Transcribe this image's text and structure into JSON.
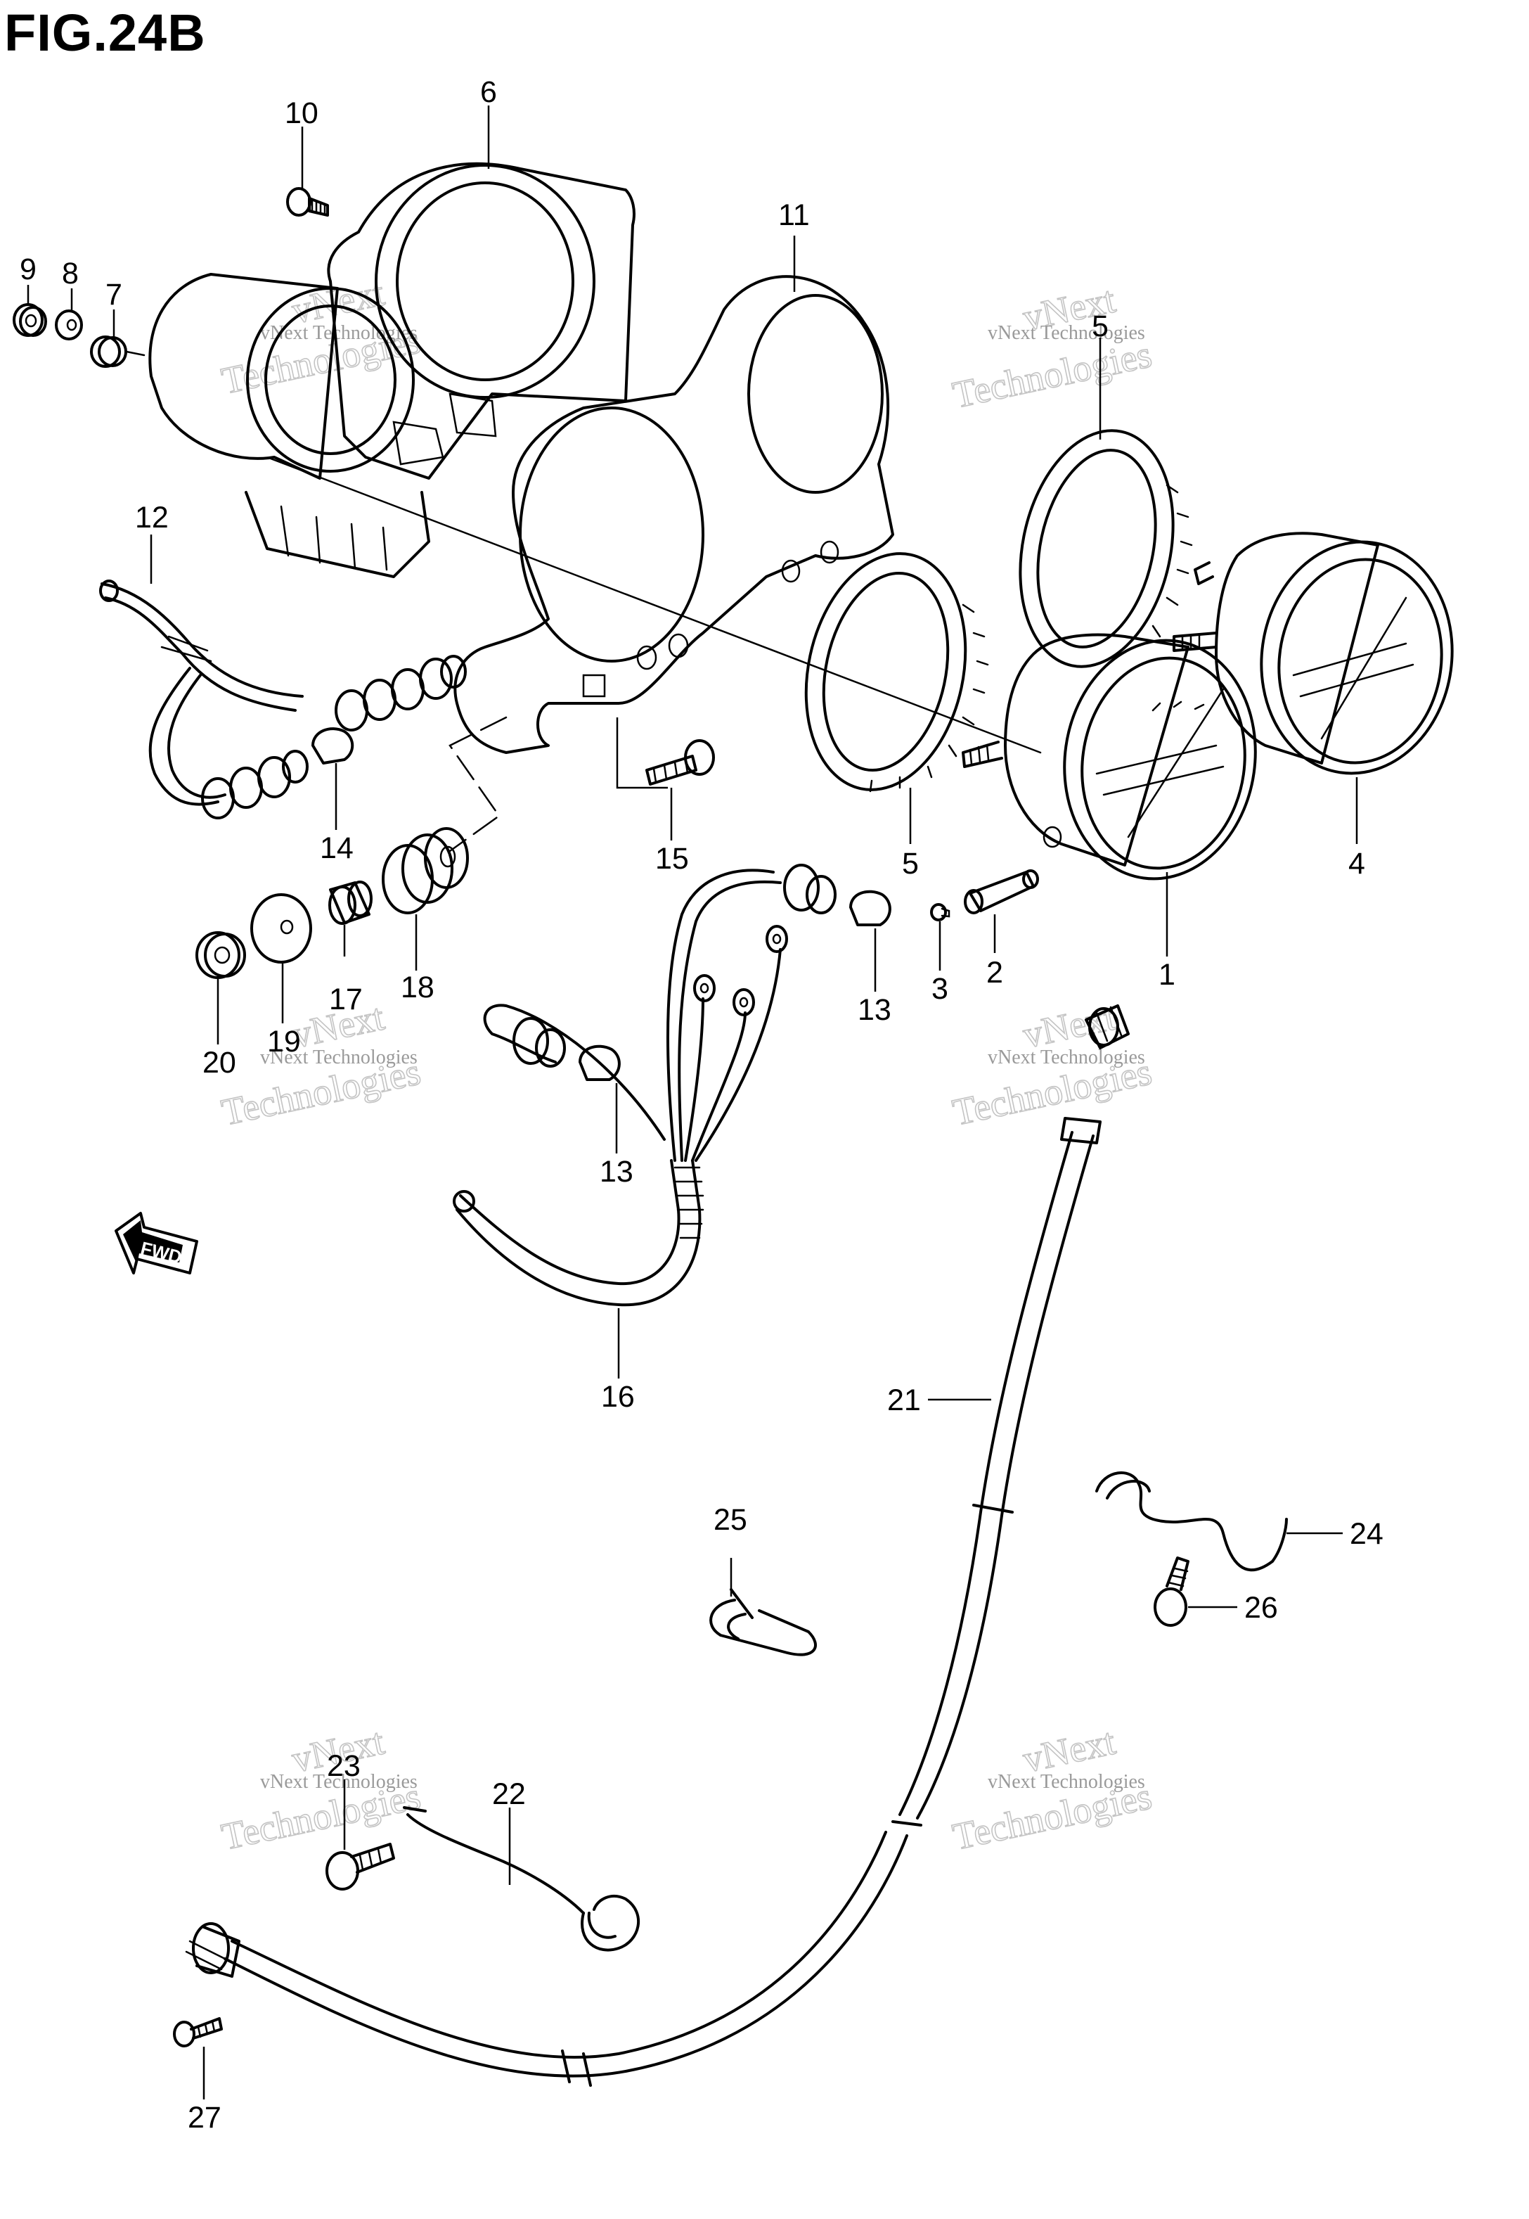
{
  "figure": {
    "title": "FIG.24B"
  },
  "direction_marker": {
    "label": "FWD"
  },
  "callouts": {
    "c1": "1",
    "c2": "2",
    "c3": "3",
    "c4": "4",
    "c5a": "5",
    "c5b": "5",
    "c6": "6",
    "c7": "7",
    "c8": "8",
    "c9": "9",
    "c10": "10",
    "c11": "11",
    "c12": "12",
    "c13a": "13",
    "c13b": "13",
    "c14": "14",
    "c15": "15",
    "c16": "16",
    "c17": "17",
    "c18": "18",
    "c19": "19",
    "c20": "20",
    "c21": "21",
    "c22": "22",
    "c23": "23",
    "c24": "24",
    "c25": "25",
    "c26": "26",
    "c27": "27"
  },
  "watermark": {
    "line1": "vNext Technologies",
    "line2": "vNext",
    "line3": "Technologies"
  }
}
